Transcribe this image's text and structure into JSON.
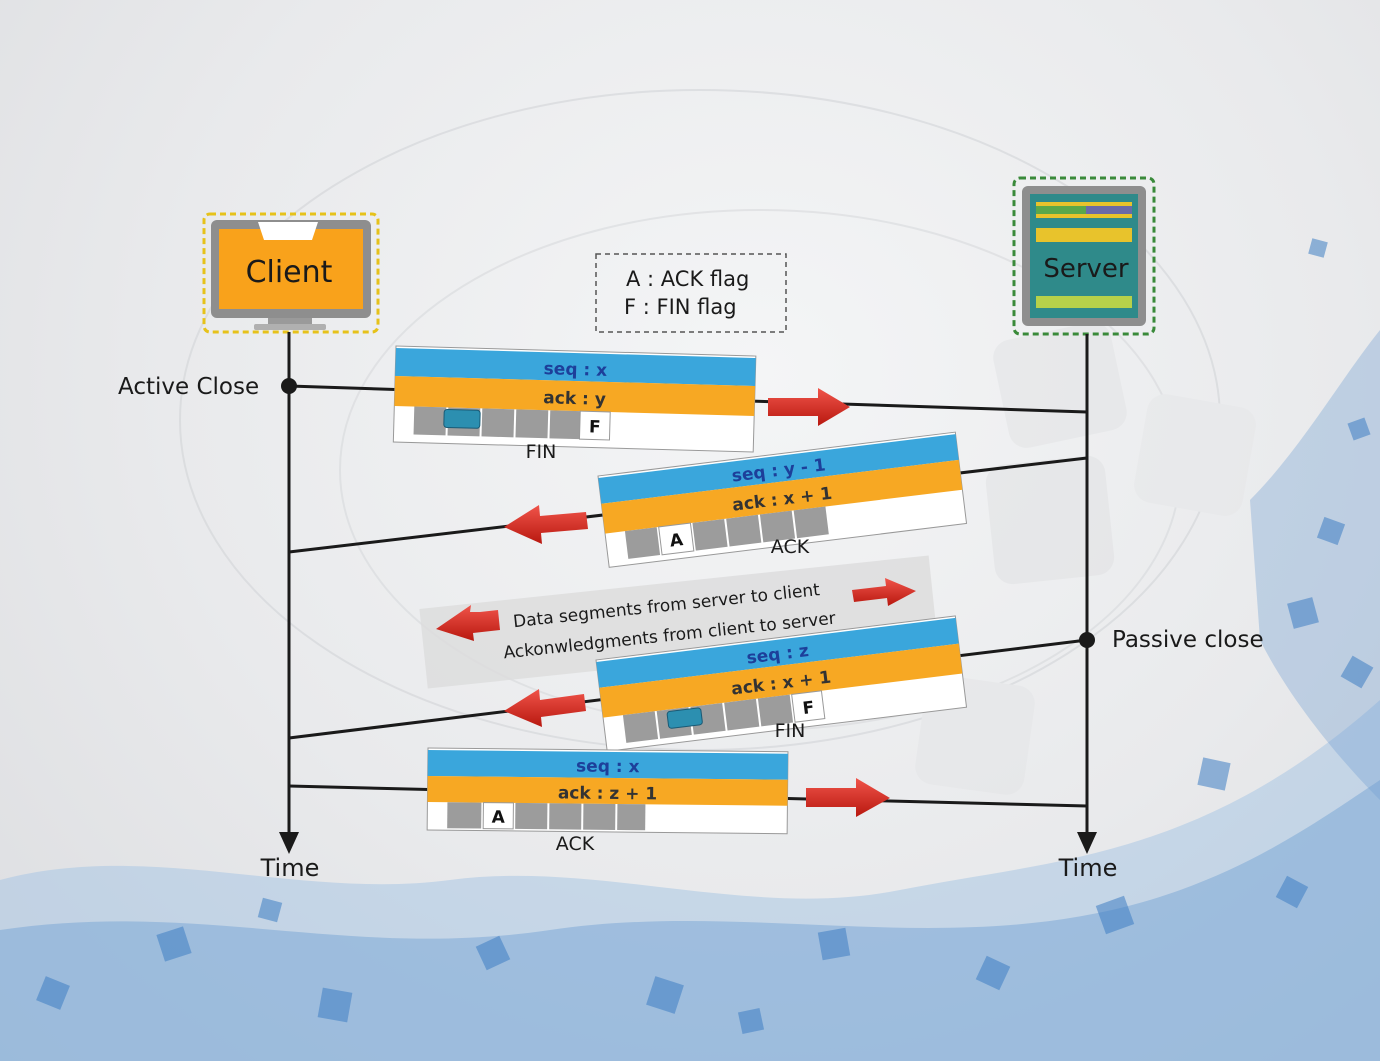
{
  "client": {
    "label": "Client"
  },
  "server": {
    "label": "Server"
  },
  "legend": {
    "line1": "A : ACK flag",
    "line2": "F : FIN flag"
  },
  "client_events": {
    "active_close": "Active Close",
    "time": "Time"
  },
  "server_events": {
    "passive_close": "Passive close",
    "time": "Time"
  },
  "segments": [
    {
      "seq": "seq : x",
      "ack": "ack : y",
      "flag": "F",
      "name": "FIN"
    },
    {
      "seq": "seq : y - 1",
      "ack": "ack : x + 1",
      "flag": "A",
      "name": "ACK"
    },
    {
      "seq": "seq : z",
      "ack": "ack : x + 1",
      "flag": "F",
      "name": "FIN"
    },
    {
      "seq": "seq : x",
      "ack": "ack : z + 1",
      "flag": "A",
      "name": "ACK"
    }
  ],
  "data_note": {
    "line1": "Data segments from server to client",
    "line2": "Ackonwledgments from client to server"
  },
  "colors": {
    "seq_band": "#3aa6dc",
    "ack_band": "#f7a823",
    "client_box": "#f9a21b",
    "server_box": "#2f8a8a",
    "arrow": "#d8261c",
    "cell_gray": "#9c9c9c"
  }
}
